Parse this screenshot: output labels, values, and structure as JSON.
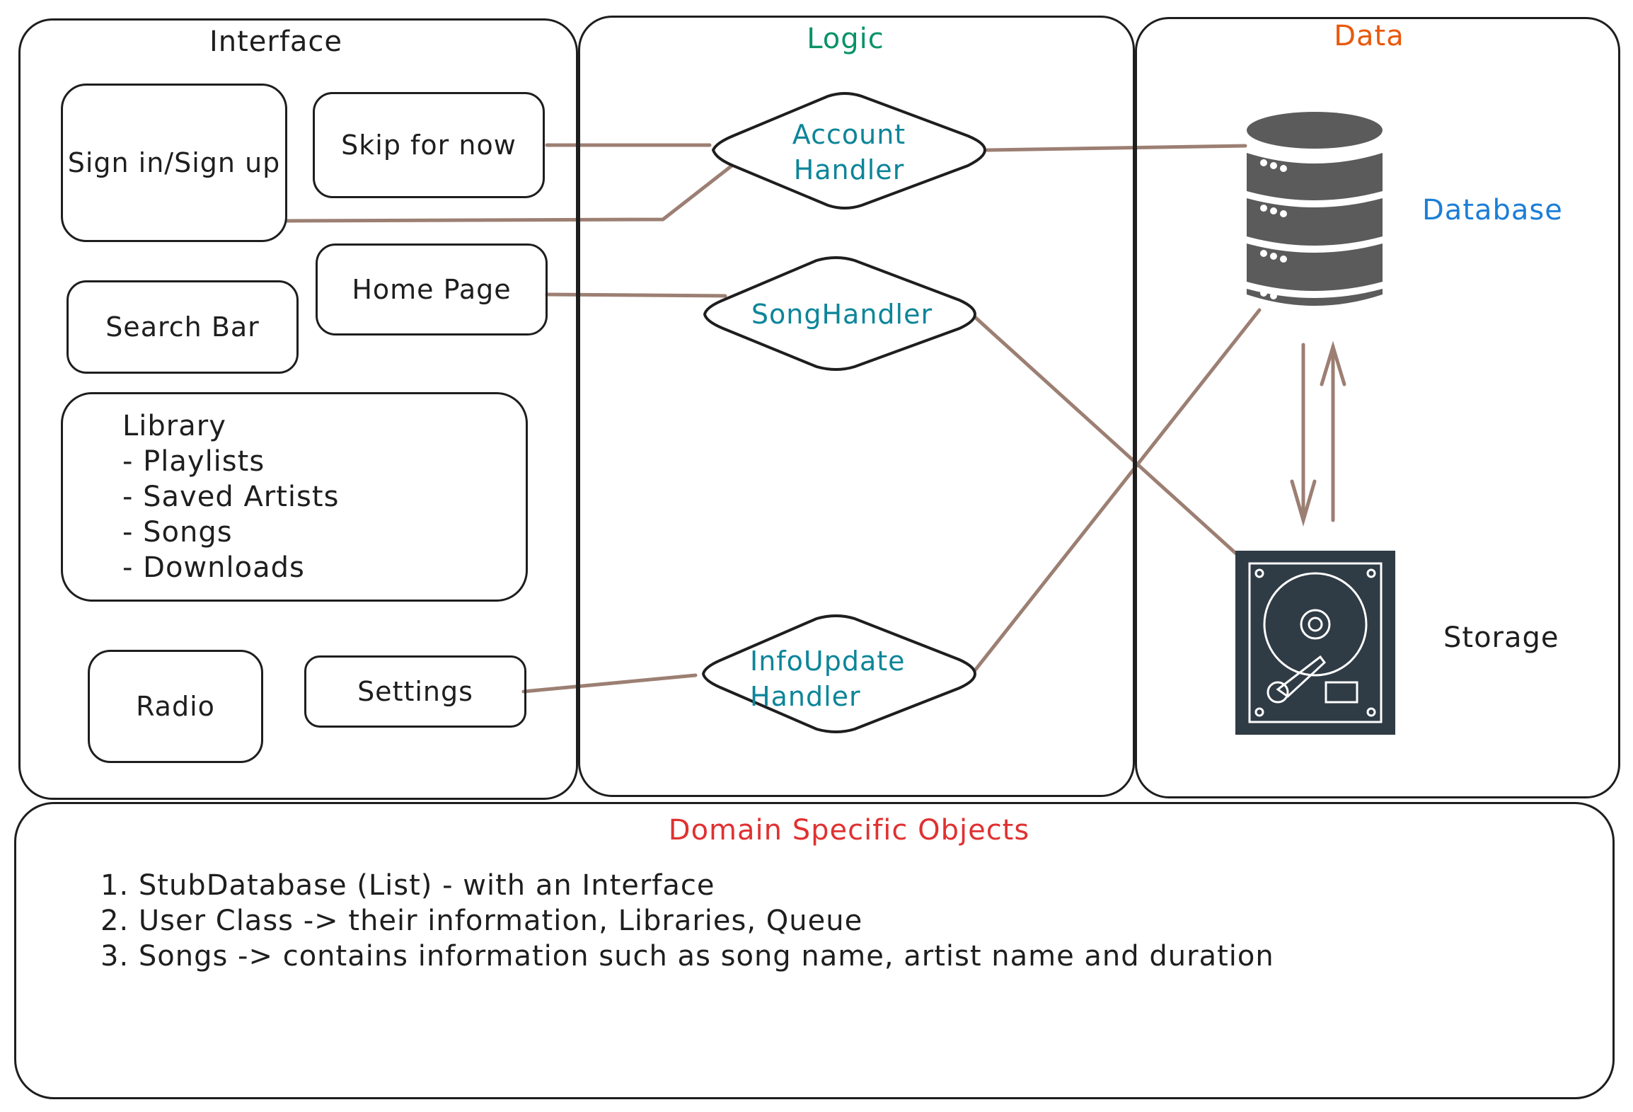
{
  "colors": {
    "stroke": "#1e1e1e",
    "connector": "#9c7f73",
    "logic_title": "#099268",
    "data_title": "#e8590c",
    "handler_text": "#0c8599",
    "database_label": "#1c7ed6",
    "domain_title": "#e03131",
    "icon_fill": "#5b5b5b",
    "storage_fill": "#2f3b45"
  },
  "sections": {
    "interface": {
      "title": "Interface"
    },
    "logic": {
      "title": "Logic"
    },
    "data": {
      "title": "Data"
    },
    "domain": {
      "title": "Domain Specific Objects"
    }
  },
  "interface_items": {
    "sign_in": "Sign in/Sign up",
    "skip": "Skip for now",
    "home": "Home Page",
    "search": "Search Bar",
    "library_title": "Library",
    "library_items": [
      "- Playlists",
      "- Saved Artists",
      "- Songs",
      "- Downloads"
    ],
    "radio": "Radio",
    "settings": "Settings"
  },
  "handlers": {
    "account": [
      "Account",
      "Handler"
    ],
    "song": [
      "SongHandler"
    ],
    "info": [
      "InfoUpdate",
      "Handler"
    ]
  },
  "data_items": {
    "database": "Database",
    "storage": "Storage",
    "database_icon": "database-server-icon",
    "storage_icon": "hard-drive-icon"
  },
  "domain_items": [
    "1. StubDatabase (List) - with an Interface",
    "2. User Class -> their information, Libraries, Queue",
    "3. Songs -> contains information such as song name, artist name and duration"
  ]
}
